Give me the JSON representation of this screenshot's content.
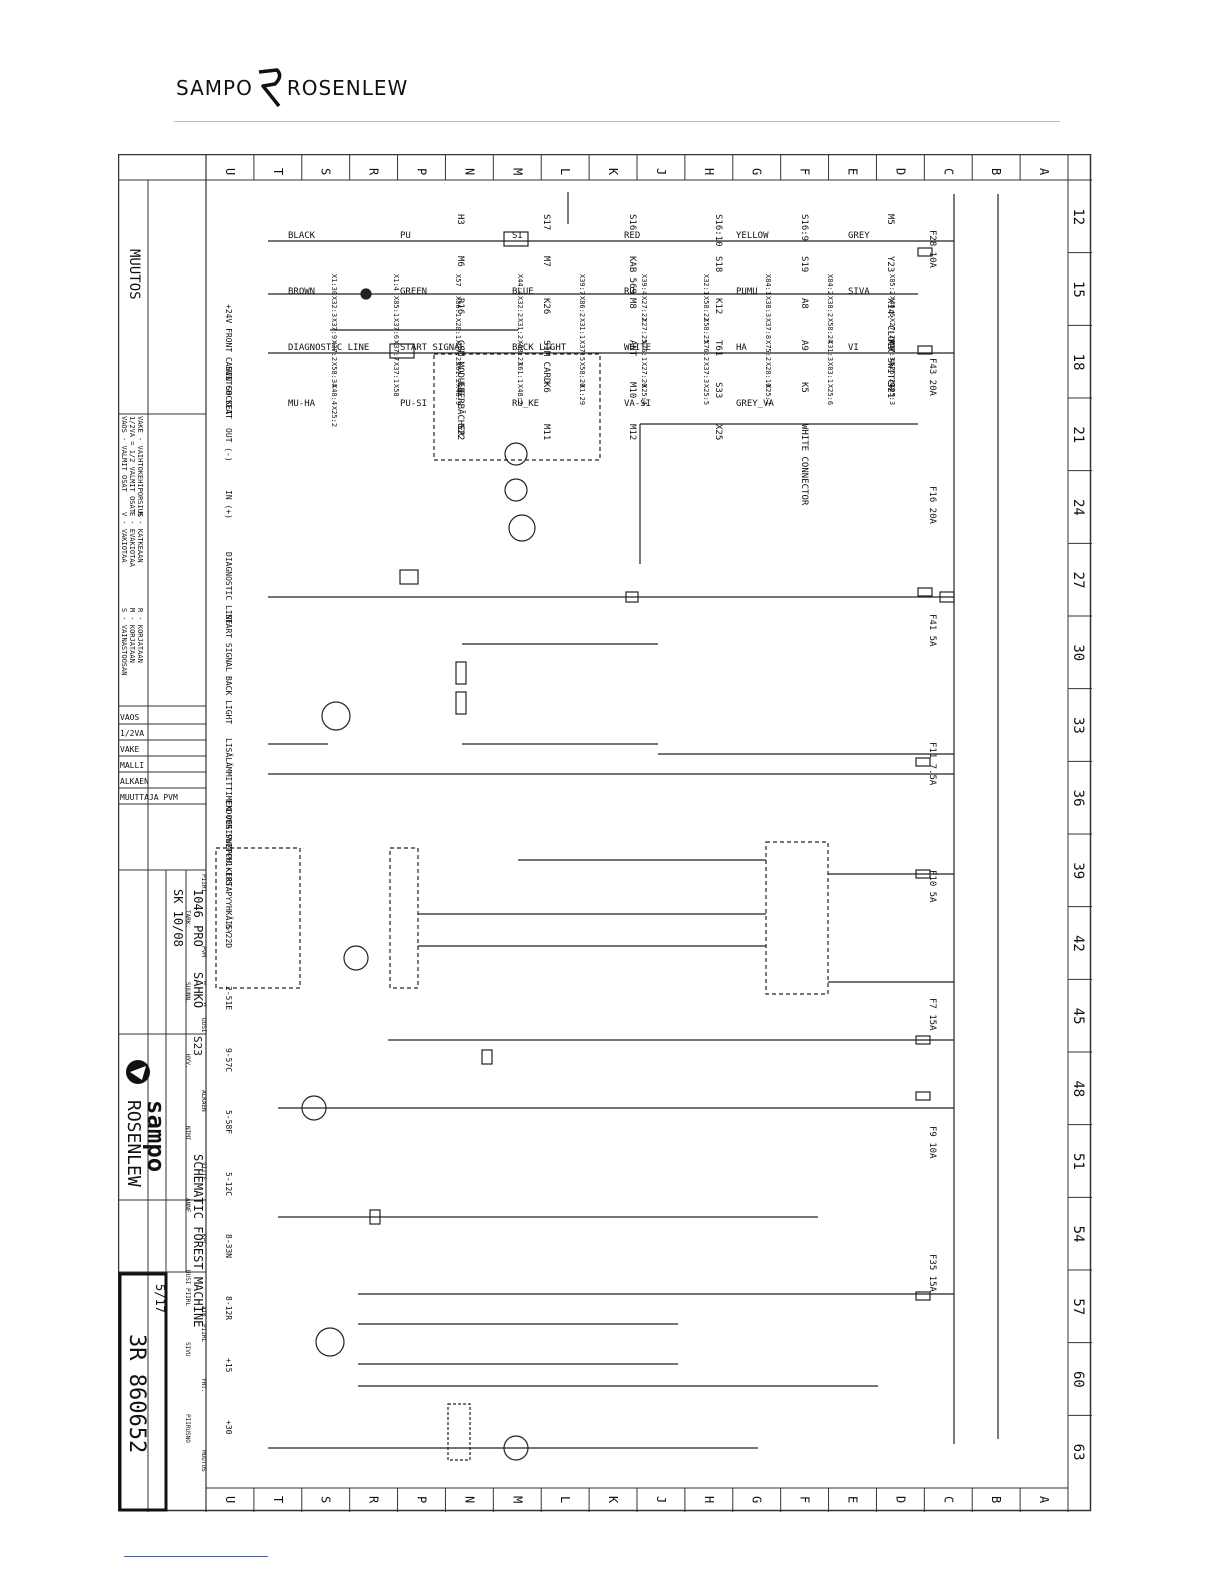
{
  "logo": {
    "left": "SAMPO",
    "right": "ROSENLEW"
  },
  "grid": {
    "letters": [
      "U",
      "T",
      "S",
      "R",
      "P",
      "N",
      "M",
      "L",
      "K",
      "J",
      "H",
      "G",
      "F",
      "E",
      "D",
      "C",
      "B",
      "A"
    ],
    "numbers": [
      "12",
      "15",
      "18",
      "21",
      "24",
      "27",
      "30",
      "33",
      "36",
      "39",
      "42",
      "45",
      "48",
      "51",
      "54",
      "57",
      "60",
      "63"
    ]
  },
  "title_block": {
    "muutos": "MUUTOS",
    "legend": [
      "VAOS - VALMIT OSAT",
      "1/2VA = 1/2 VALMIT OSAT",
      "VAKE - VAIHTOKEHIPORSIUS",
      "V - VAKIOTAA",
      "E - EVAKIOTAA",
      "K - KATKEAAN",
      "S - VAINASTOOSAN",
      "M - KORJATAAN",
      "R - KORJATAAN"
    ],
    "rows": [
      "VAOS",
      "1/2VA",
      "VAKE",
      "MALLI",
      "ALKAEN",
      "MUUTTAJA PVM"
    ],
    "project": "1046 PRO",
    "author": "SK 10/08",
    "dept": "SÄHKÖ",
    "code": "S23",
    "drawing_title": "SCHEMATIC FOREST MACHINE",
    "sheet": "5/17",
    "drawing_no": "3R 860652",
    "brand_top": "sampo",
    "brand_bottom": "ROSENLEW",
    "small_labels": [
      "PIIRT.",
      "TARK.",
      "PVM",
      "SUUNN.",
      "UUSI",
      "HYV.",
      "ALKAEN",
      "NIMI",
      "VIITE",
      "ANNE",
      "KPL",
      "UUSI PIIRL",
      "AIK. PIIRL",
      "SIVU",
      "YHT.",
      "PIIRUSNO",
      "MUUTOS"
    ]
  },
  "circuit": {
    "fuses": [
      "F28 10A",
      "F43 20A",
      "F16 20A",
      "F41 5A",
      "F11 7.5A",
      "F10 5A",
      "F7 15A",
      "F9 10A",
      "F35 15A"
    ],
    "components": [
      "H3",
      "S17",
      "S16",
      "S16:10",
      "S16:9",
      "M5",
      "M6",
      "M7",
      "KAB 569",
      "S18",
      "S19",
      "Y23",
      "R16",
      "K26",
      "M8",
      "K12",
      "A8",
      "X14: CLOCK SWITCH",
      "GSM MODULE",
      "SIM CARD",
      "ANT",
      "T61",
      "A9",
      "M9",
      "EBERBÄCHER",
      "K6",
      "M10",
      "S33",
      "K5",
      "S21",
      "S22",
      "M11",
      "M12",
      "X25",
      "WHITE CONNECTOR"
    ],
    "wire_labels": [
      "BLACK",
      "PU",
      "SI",
      "RED",
      "YELLOW",
      "GREY",
      "BROWN",
      "GREEN",
      "BLUE",
      "RU",
      "PUMU",
      "SIVA",
      "DIAGNOSTIC LINE",
      "START SIGNAL",
      "BACK LIGHT",
      "WHITE",
      "HA",
      "VI",
      "MU-HA",
      "PU-SI",
      "RU_KE",
      "VA-SI",
      "GREY_VA"
    ],
    "terminals": [
      "X1:30",
      "X1:4",
      "X57",
      "X44:4",
      "X39:7",
      "X39:4",
      "X32:1",
      "X84:1",
      "X84:2",
      "X85:2",
      "X32:3",
      "X85:1",
      "X86:1",
      "X32:2",
      "X86:2",
      "X27:22",
      "X58:22",
      "X38:3",
      "X38:2",
      "X40:6",
      "X37:9",
      "X37:6",
      "X28:1",
      "X31:2",
      "X31:1",
      "X27:25",
      "X58:25",
      "X37:8",
      "X58:24",
      "X27:24",
      "X37:2",
      "X37:7",
      "X27:23",
      "X58:23",
      "X37:5",
      "X76:1",
      "X76:2",
      "X75:2",
      "X31:3",
      "X27:34",
      "X58:34",
      "X37:1",
      "X61:2",
      "X61:1",
      "X58:20",
      "X27:20",
      "X37:3",
      "X28:10",
      "X83:1",
      "X26:23",
      "X48:4",
      "X58",
      "X48:9",
      "X48:2",
      "X1:29",
      "X25:4",
      "X25:5",
      "X25:1",
      "X25:6",
      "X25:3",
      "X25:2"
    ],
    "texts": [
      "+24V FRONT CABIN SOCKET",
      "SWITCH SEAT",
      "OUT (-)",
      "IN (+)",
      "DIAGNOSTIC LINE",
      "START SIGNAL",
      "BACK LIGHT",
      "LISÄLÄMMITTIMEN VESIPUMPPU",
      "EXDOOR SWITCH KERTAPYYHKÄISY",
      "1-18S",
      "6-22D",
      "2-51E",
      "9-57C",
      "5-58F",
      "5-12C",
      "8-33N",
      "8-12R",
      "+15",
      "+30"
    ]
  }
}
